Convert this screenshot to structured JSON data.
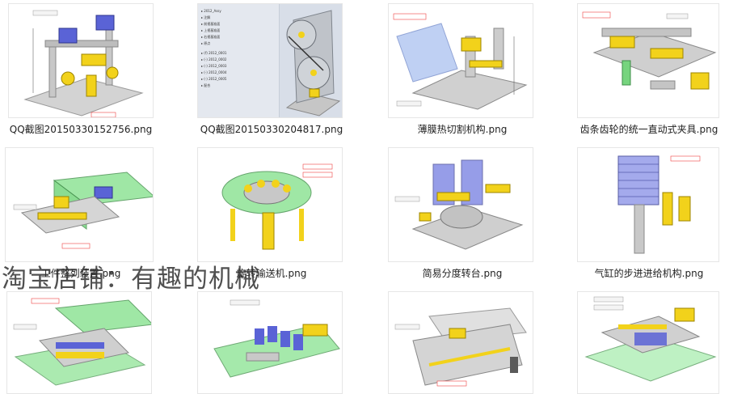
{
  "watermark": "淘宝店铺：有趣的机械",
  "captions": {
    "r1c1": "QQ截图20150330152756.png",
    "r1c2": "QQ截图20150330204817.png",
    "r1c3": "薄膜热切割机构.png",
    "r1c4": "齿条齿轮的统一直动式夹具.png",
    "r2c1": "工件整列装置.png",
    "r2c2": "旋转输送机.png",
    "r2c3": "简易分度转台.png",
    "r2c4": "气缸的步进进给机构.png"
  },
  "colors": {
    "machine_yellow": "#f2d21b",
    "machine_gray": "#c9c9c9",
    "guard_green": "#7fe08a",
    "block_blue": "#5a63d6",
    "cad_bg": "#d8dee8"
  }
}
